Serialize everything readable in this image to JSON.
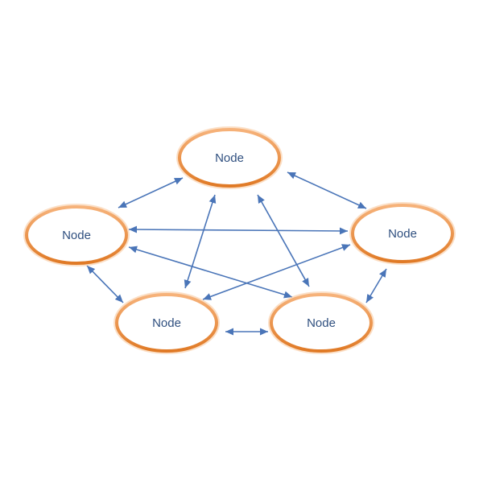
{
  "diagram": {
    "type": "network",
    "colors": {
      "node_outline": "#e8872f",
      "node_fill": "#ffffff",
      "node_text": "#2f4f7f",
      "edge": "#4a75b8"
    },
    "nodes": [
      {
        "id": "top",
        "label": "Node"
      },
      {
        "id": "left",
        "label": "Node"
      },
      {
        "id": "right",
        "label": "Node"
      },
      {
        "id": "bottom-left",
        "label": "Node"
      },
      {
        "id": "bottom-right",
        "label": "Node"
      }
    ],
    "edges": [
      {
        "from": "top",
        "to": "left",
        "direction": "both"
      },
      {
        "from": "top",
        "to": "right",
        "direction": "both"
      },
      {
        "from": "top",
        "to": "bottom-left",
        "direction": "both"
      },
      {
        "from": "top",
        "to": "bottom-right",
        "direction": "both"
      },
      {
        "from": "left",
        "to": "right",
        "direction": "both"
      },
      {
        "from": "left",
        "to": "bottom-left",
        "direction": "both"
      },
      {
        "from": "left",
        "to": "bottom-right",
        "direction": "both"
      },
      {
        "from": "right",
        "to": "bottom-left",
        "direction": "both"
      },
      {
        "from": "right",
        "to": "bottom-right",
        "direction": "both"
      },
      {
        "from": "bottom-left",
        "to": "bottom-right",
        "direction": "both"
      }
    ]
  }
}
